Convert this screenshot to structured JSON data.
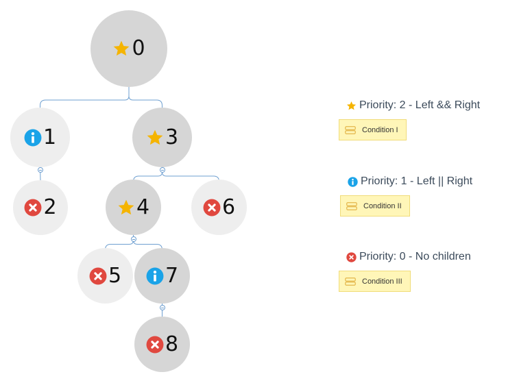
{
  "colors": {
    "edge": "#6e9fd0",
    "star": "#f5b400",
    "info": "#1aa3e8",
    "cross": "#e0483f",
    "node_dark": "#d6d6d6",
    "node_light": "#eeeeee",
    "condition_bg": "#fff6b8"
  },
  "nodes": [
    {
      "id": "0",
      "icon": "star-icon"
    },
    {
      "id": "1",
      "icon": "info-icon"
    },
    {
      "id": "2",
      "icon": "cross-icon"
    },
    {
      "id": "3",
      "icon": "star-icon"
    },
    {
      "id": "4",
      "icon": "star-icon"
    },
    {
      "id": "5",
      "icon": "cross-icon"
    },
    {
      "id": "6",
      "icon": "cross-icon"
    },
    {
      "id": "7",
      "icon": "info-icon"
    },
    {
      "id": "8",
      "icon": "cross-icon"
    }
  ],
  "edges": [
    [
      "0",
      "1"
    ],
    [
      "0",
      "3"
    ],
    [
      "1",
      "2"
    ],
    [
      "3",
      "4"
    ],
    [
      "3",
      "6"
    ],
    [
      "4",
      "5"
    ],
    [
      "4",
      "7"
    ],
    [
      "7",
      "8"
    ]
  ],
  "legend": [
    {
      "icon": "star-icon",
      "text": "Priority: 2 - Left && Right",
      "condition": "Condition I"
    },
    {
      "icon": "info-icon",
      "text": "Priority: 1 - Left || Right",
      "condition": "Condition II"
    },
    {
      "icon": "cross-icon",
      "text": "Priority: 0 - No children",
      "condition": "Condition III"
    }
  ]
}
